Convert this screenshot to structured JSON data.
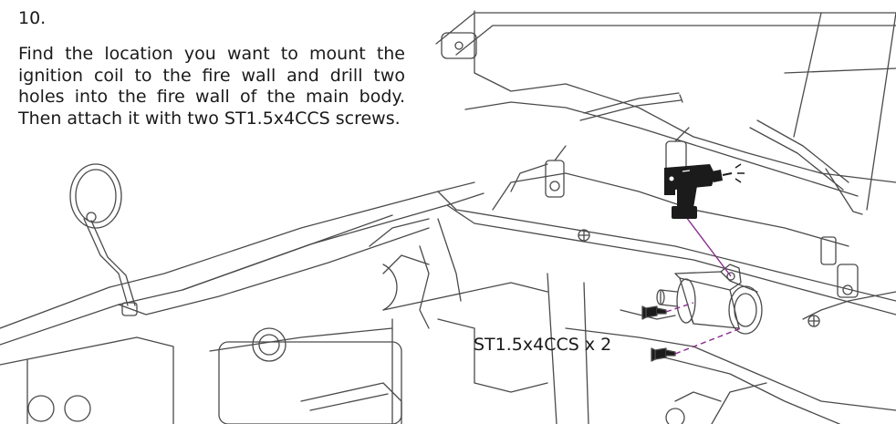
{
  "step": {
    "number": "10.",
    "text": "Find the location you want to mount the ignition coil to the fire wall and drill two holes into the fire wall of the main body. Then attach it with two ST1.5x4CCS screws."
  },
  "callout": {
    "screw_label": "ST1.5x4CCS x 2"
  },
  "colors": {
    "line": "#4a4a4a",
    "leader": "#8a2c8f",
    "drill_body": "#1b1b1b",
    "background": "#ffffff"
  },
  "icons": [
    "drill-icon",
    "ignition-coil",
    "screw-icon"
  ]
}
